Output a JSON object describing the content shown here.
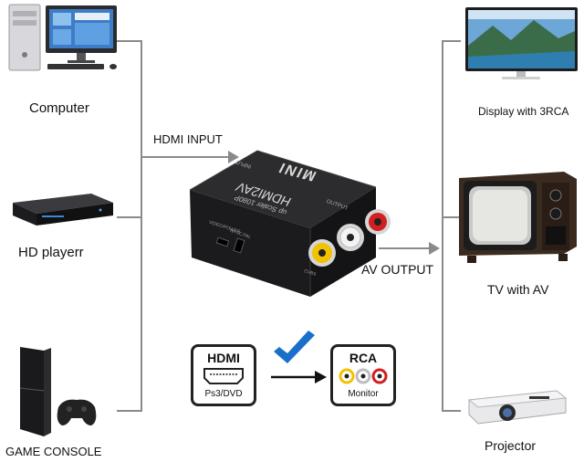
{
  "sources": [
    {
      "label": "Computer"
    },
    {
      "label": "HD playerr"
    },
    {
      "label": "GAME CONSOLE"
    }
  ],
  "outputs": [
    {
      "label": "Display with 3RCA"
    },
    {
      "label": "TV with AV"
    },
    {
      "label": "Projector"
    }
  ],
  "input_label": "HDMI INPUT",
  "output_label": "AV OUTPUT",
  "device": {
    "brand": "MINI",
    "model": "HDMI2AV",
    "subtitle": "up Scaler 1080P",
    "input_mark": "INPUT",
    "output_mark": "OUTPUT",
    "switch_ntsc": "NTSC",
    "switch_pal": "PAL",
    "port_label": "VIDEO/POWER",
    "cvbs_label": "CVBS"
  },
  "legend": {
    "hdmi_title": "HDMI",
    "hdmi_sub": "Ps3/DVD",
    "rca_title": "RCA",
    "rca_sub": "Monitor"
  },
  "colors": {
    "line": "#8a8a8a",
    "check": "#1a6fc9",
    "rca_red": "#d21f1f",
    "rca_yellow": "#f2c200",
    "device_body": "#1e1e1e"
  }
}
